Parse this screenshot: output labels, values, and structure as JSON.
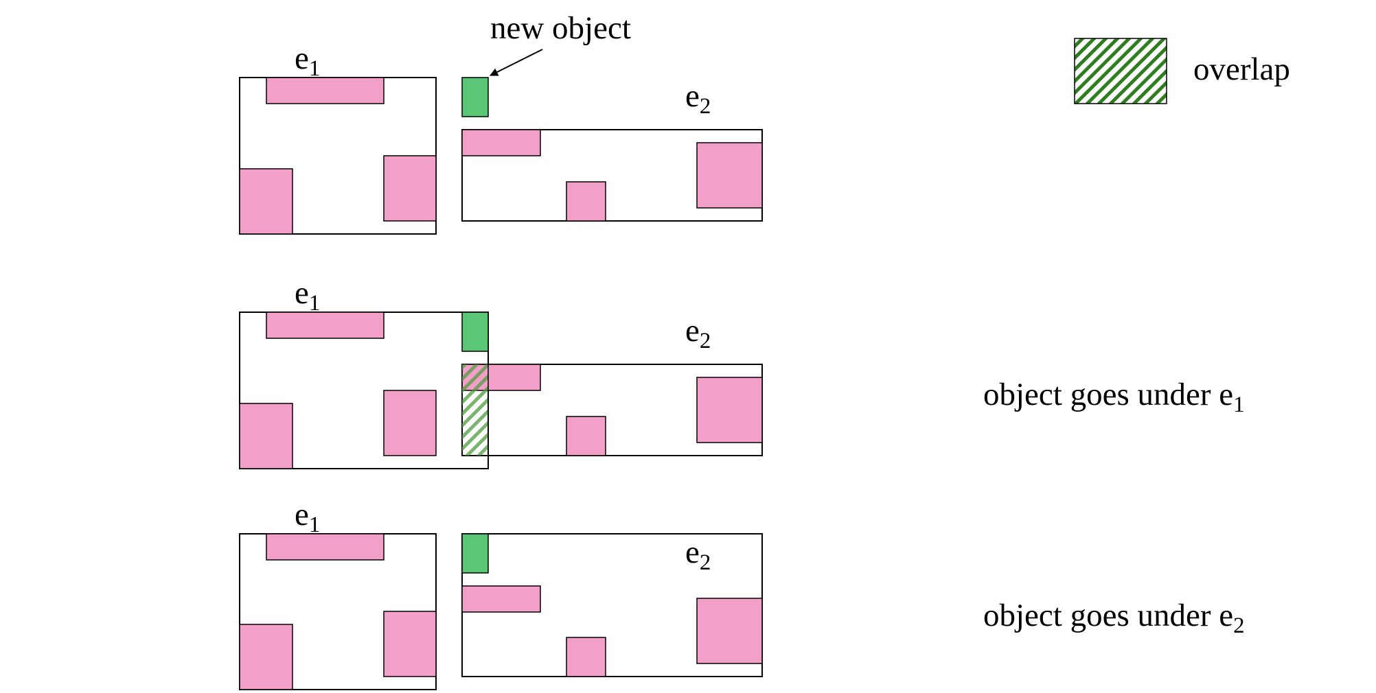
{
  "labels": {
    "e1": "e",
    "e1_sub": "1",
    "e2": "e",
    "e2_sub": "2",
    "new_object": "new object"
  },
  "legend": {
    "overlap_label": "overlap"
  },
  "captions": {
    "row2": "object goes under e",
    "row2_sub": "1",
    "row3": "object goes under e",
    "row3_sub": "2"
  },
  "colors": {
    "object_fill": "#f2a0c8",
    "new_object_fill": "#5bc776",
    "overlap_hatch": "#2e7d1f",
    "stroke": "#000000"
  }
}
